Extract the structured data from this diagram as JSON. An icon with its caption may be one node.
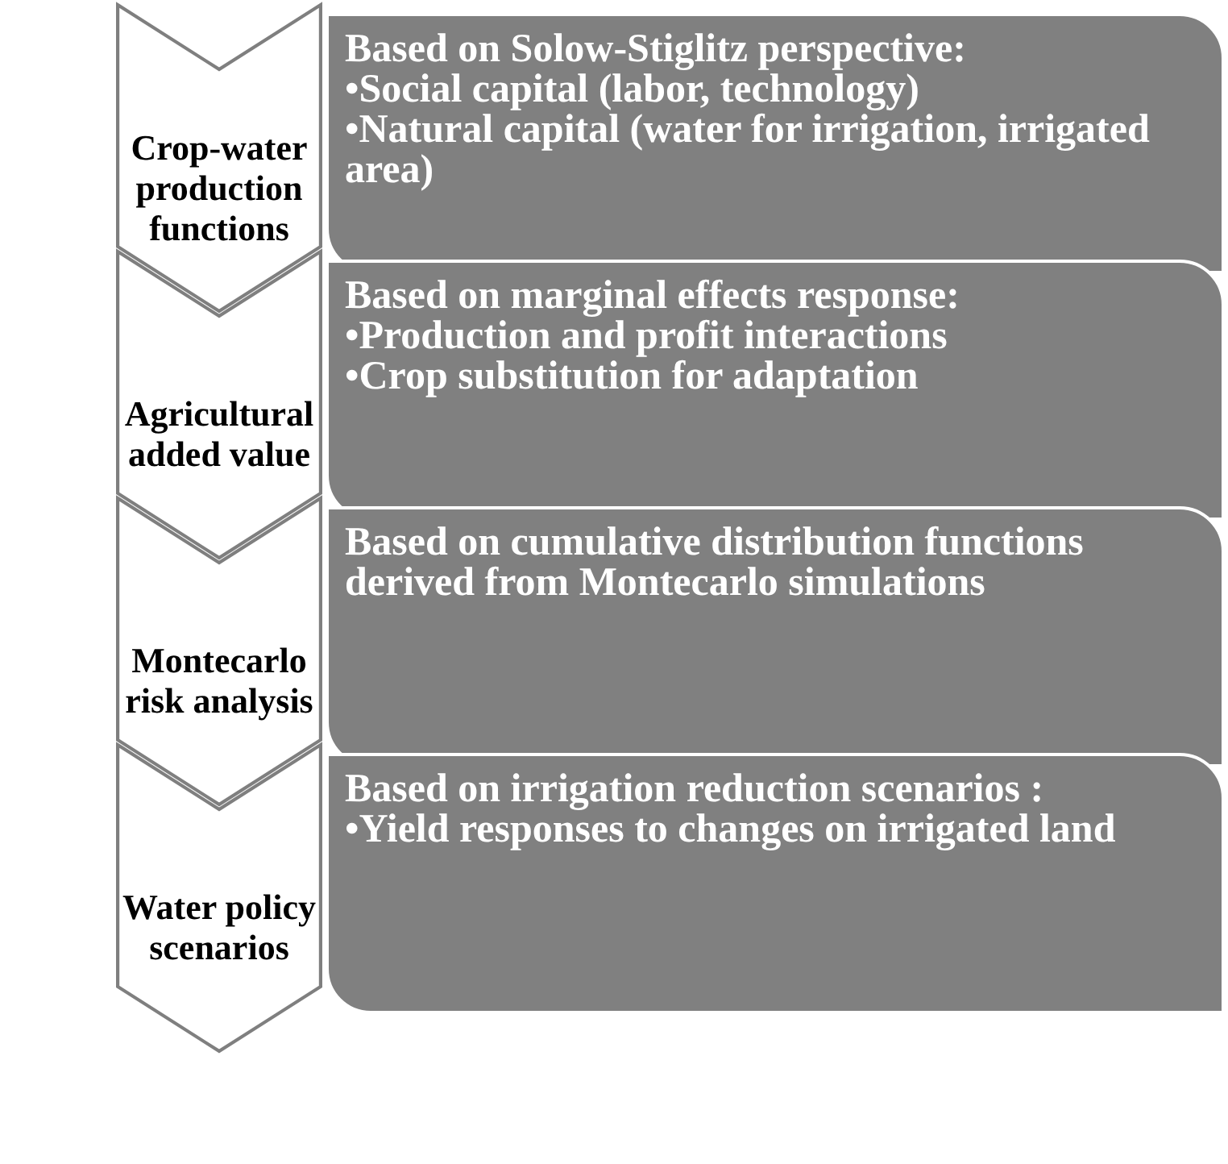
{
  "diagram": {
    "nodes": [
      {
        "text": [
          "Crop-water production functions"
        ]
      },
      {
        "text": [
          "Based on Solow-Stiglitz perspective:",
          "•Social capital (labor, technology)",
          "•Natural capital (water for irrigation, irrigated area)"
        ]
      },
      {
        "text": [
          "Agricultural added value"
        ]
      },
      {
        "text": [
          "Based on marginal effects response:",
          "•Production and profit interactions",
          "•Crop substitution for adaptation"
        ]
      },
      {
        "text": [
          "Montecarlo risk analysis"
        ]
      },
      {
        "text": [
          "Based on cumulative distribution functions derived from Montecarlo simulations"
        ]
      },
      {
        "text": [
          "Water policy scenarios"
        ]
      },
      {
        "text": [
          "Based on irrigation reduction scenarios :",
          "•Yield responses to changes on irrigated land"
        ]
      }
    ],
    "edges": []
  }
}
